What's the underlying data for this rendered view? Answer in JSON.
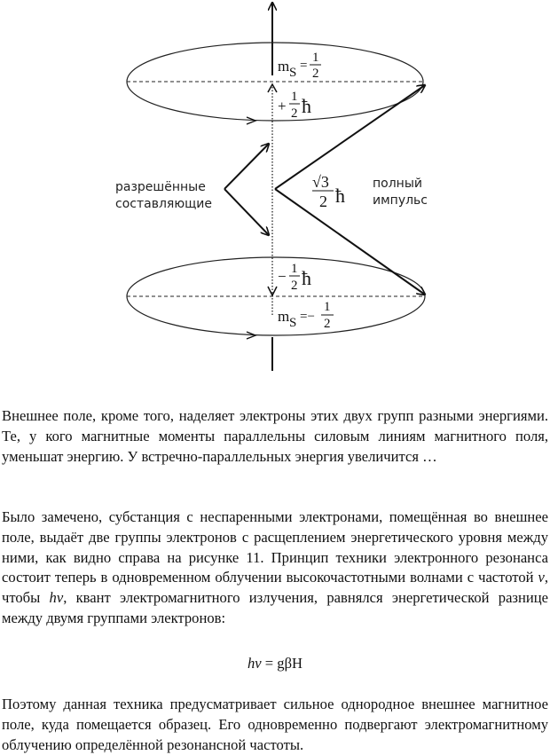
{
  "figure": {
    "ms_top": "m",
    "ms_top_sub": "S",
    "ms_top_eq": "=",
    "ms_top_num": "1",
    "ms_top_den": "2",
    "plus_half_sign": "+",
    "plus_half_num": "1",
    "plus_half_den": "2",
    "hbar": "ħ",
    "minus_half_sign": "−",
    "minus_half_num": "1",
    "minus_half_den": "2",
    "ms_bottom": "m",
    "ms_bottom_sub": "S",
    "ms_bottom_eq": "=−",
    "ms_bottom_num": "1",
    "ms_bottom_den": "2",
    "sqrt3": "√3",
    "sqrt3_den": "2",
    "allowed_label_line1": "разрешённые",
    "allowed_label_line2": "составляющие",
    "total_label_line1": "полный",
    "total_label_line2": "импульс"
  },
  "text": {
    "paragraph1": "Внешнее поле, кроме того, наделяет электроны этих двух групп разными энергиями. Те, у кого магнитные моменты параллельны силовым линиям магнитного поля, уменьшат энергию. У встречно-параллельных энергия увеличится …",
    "paragraph2_a": "Было замечено, субстанция с неспаренными электронами, помещённая во внешнее поле, выдаёт две группы электронов с расщеплением энергетического уровня между ними, как видно справа на рисунке 11. Принцип техники электронного резонанса состоит теперь в одновременном облучении высокочастотными волнами с частотой ",
    "paragraph2_nu": "v",
    "paragraph2_b": ", чтобы ",
    "paragraph2_hv": "hv",
    "paragraph2_c": ", квант электромагнитного излучения, равнялся энергетической разнице между двумя группами электронов:",
    "formula_lhs": "hv",
    "formula_rhs": " = gβH",
    "paragraph3": "Поэтому данная техника предусматривает сильное однородное внешнее магнитное поле, куда помещается образец. Его одновременно подвергают электромагнитному облучению определённой резонансной частоты."
  }
}
